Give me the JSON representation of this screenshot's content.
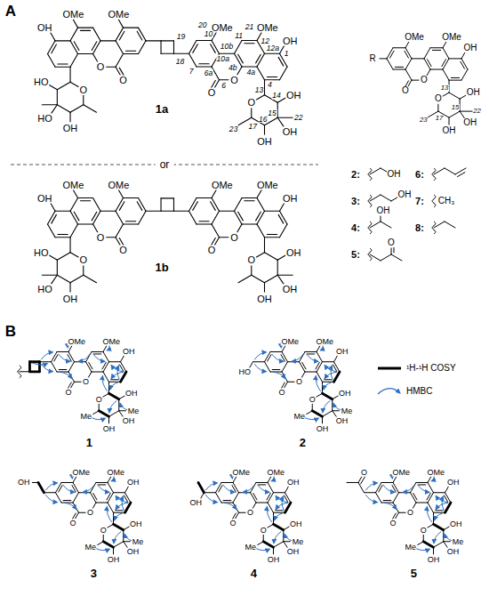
{
  "diagram": {
    "labels": [
      "A",
      "O",
      "O",
      "OMe",
      "OMe",
      "OH",
      "O",
      "OH",
      "OH",
      "OH",
      "20",
      "21",
      "11",
      "12",
      "12a",
      "1",
      "10",
      "10a",
      "10b",
      "4a",
      "4",
      "13",
      "4b",
      "7",
      "6a",
      "6",
      "16",
      "15",
      "14",
      "17",
      "23",
      "22",
      "O",
      "O",
      "OMe",
      "OMe",
      "OH",
      "O",
      "HO",
      "HO",
      "OH",
      "18",
      "19",
      "1a",
      "or",
      "O",
      "O",
      "OMe",
      "OMe",
      "OH",
      "O",
      "OH",
      "OH",
      "OH",
      "O",
      "O",
      "OMe",
      "OMe",
      "OH",
      "O",
      "HO",
      "HO",
      "OH",
      "1b",
      "O",
      "O",
      "OMe",
      "OMe",
      "OH",
      "O",
      "OH",
      "OH",
      "OH",
      "R",
      "13",
      "15",
      "17",
      "22",
      "23",
      "2:",
      "OH",
      "3:",
      "OH",
      "4:",
      "OH",
      "5:",
      "O",
      "6:",
      "7:",
      "CH₃",
      "8:",
      "B",
      "O",
      "O",
      "OMe",
      "OMe",
      "OH",
      "O",
      "OH",
      "OH",
      "OH",
      "Me",
      "Me",
      "1",
      "O",
      "O",
      "OMe",
      "OMe",
      "OH",
      "O",
      "OH",
      "OH",
      "OH",
      "Me",
      "Me",
      "HO",
      "2",
      "O",
      "O",
      "OMe",
      "OMe",
      "OH",
      "O",
      "OH",
      "OH",
      "OH",
      "Me",
      "Me",
      "OH",
      "3",
      "O",
      "O",
      "OMe",
      "OMe",
      "OH",
      "O",
      "OH",
      "OH",
      "OH",
      "Me",
      "Me",
      "OH",
      "4",
      "O",
      "O",
      "OMe",
      "OMe",
      "OH",
      "O",
      "OH",
      "OH",
      "OH",
      "Me",
      "Me",
      "O",
      "5"
    ],
    "legend": [
      {
        "text": "¹H-¹H COSY"
      },
      {
        "text": "HMBC"
      }
    ]
  }
}
